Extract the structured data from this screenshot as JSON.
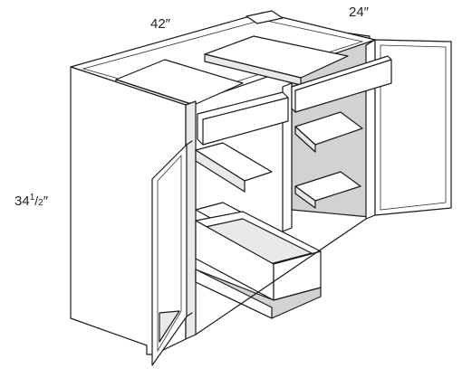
{
  "dimensions": {
    "width": "42″",
    "depth": "24″",
    "height_whole": "34",
    "height_num": "1",
    "height_den": "2",
    "height_unit": "″"
  },
  "icons": [
    "cabinet-drawing"
  ],
  "colors": {
    "line": "#1a1a1a",
    "shade_light": "#e9e9e9",
    "shade_mid": "#d2d2d2",
    "shade_dark": "#bdbdbd"
  }
}
